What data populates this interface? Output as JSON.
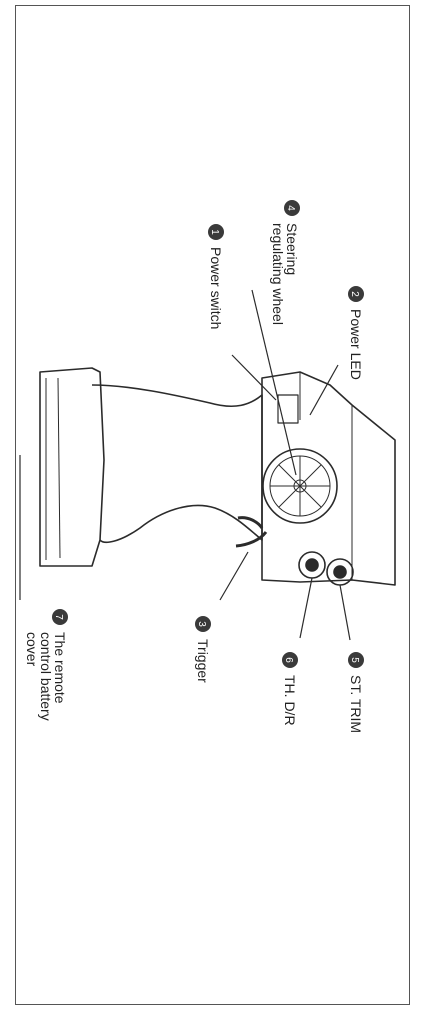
{
  "callouts": [
    {
      "num": "1",
      "label": "Power switch"
    },
    {
      "num": "2",
      "label": "Power LED"
    },
    {
      "num": "3",
      "label": "Trigger"
    },
    {
      "num": "4",
      "label_lines": [
        "Steering",
        "regulating wheel"
      ]
    },
    {
      "num": "5",
      "label": "ST. TRIM"
    },
    {
      "num": "6",
      "label": "TH. D/R"
    },
    {
      "num": "7",
      "label_lines": [
        "The remote",
        "control battery",
        "cover"
      ]
    }
  ],
  "colors": {
    "ink": "#2b2b2b",
    "badge": "#3a3a3a",
    "background": "#ffffff"
  }
}
